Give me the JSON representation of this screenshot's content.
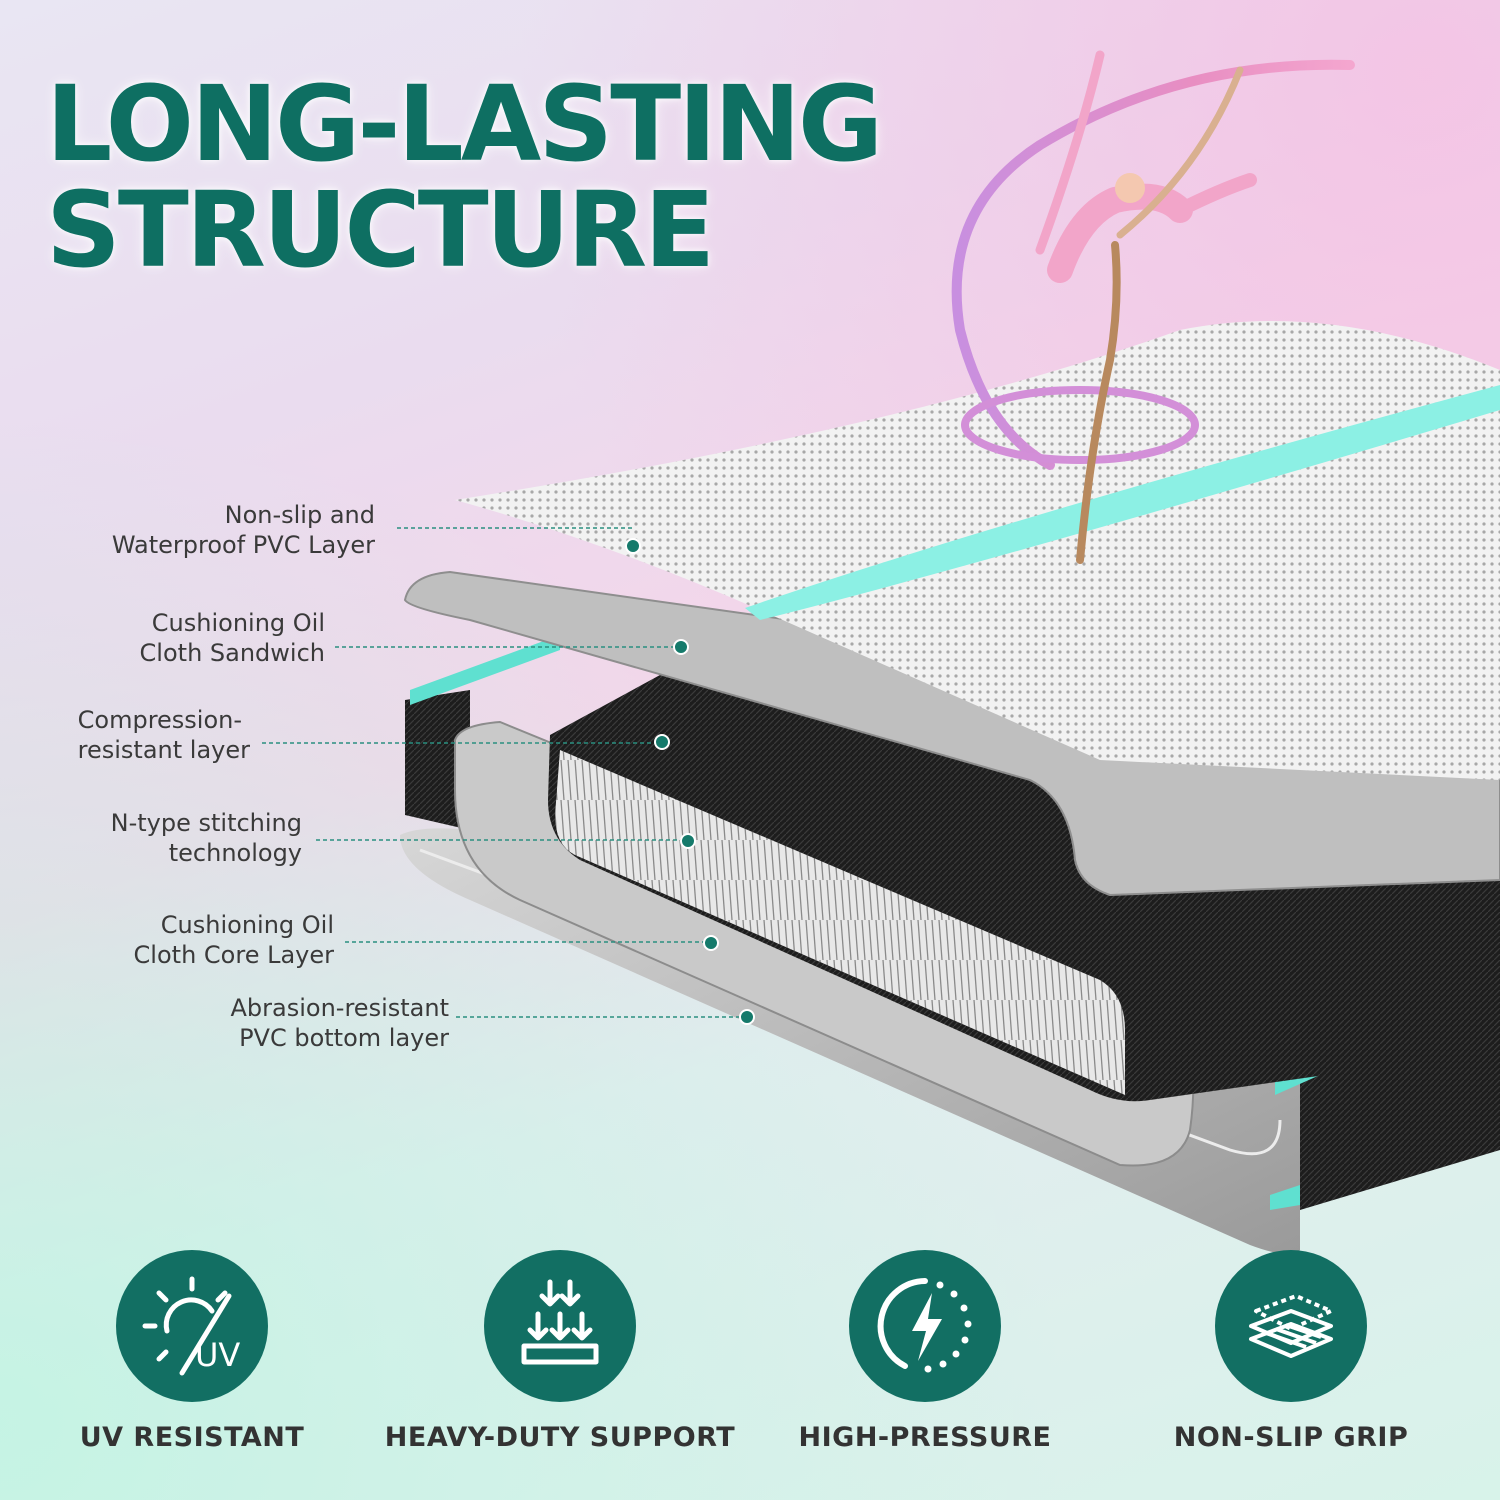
{
  "title": {
    "line1": "LONG-LASTING",
    "line2": "STRUCTURE"
  },
  "colors": {
    "brand_teal": "#126f63",
    "title_teal": "#0e6f62",
    "accent_mint": "#5fe0d0",
    "ribbon_pink": "#e88ec2"
  },
  "layers": [
    {
      "line1": "Non-slip and",
      "line2": "Waterproof PVC Layer"
    },
    {
      "line1": "Cushioning Oil",
      "line2": "Cloth Sandwich"
    },
    {
      "line1": "Compression-",
      "line2": "resistant layer"
    },
    {
      "line1": "N-type stitching",
      "line2": "technology"
    },
    {
      "line1": "Cushioning Oil",
      "line2": "Cloth Core Layer"
    },
    {
      "line1": "Abrasion-resistant",
      "line2": "PVC bottom layer"
    }
  ],
  "features": [
    {
      "icon": "uv-sun-icon",
      "icon_text": "UV",
      "label": "UV RESISTANT"
    },
    {
      "icon": "heavy-duty-arrows-icon",
      "label": "HEAVY-DUTY SUPPORT"
    },
    {
      "icon": "lightning-pressure-icon",
      "label": "HIGH-PRESSURE"
    },
    {
      "icon": "non-slip-layers-icon",
      "label": "NON-SLIP GRIP"
    }
  ]
}
